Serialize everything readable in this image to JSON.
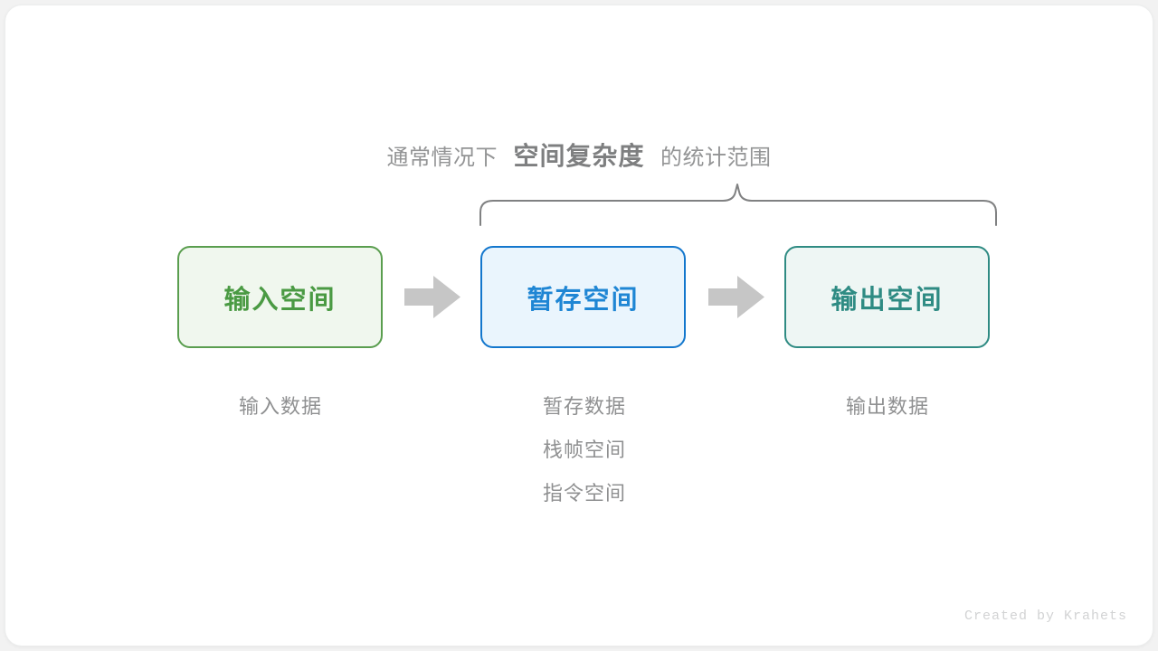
{
  "heading": {
    "prefix": "通常情况下",
    "emphasis": "空间复杂度",
    "suffix": "的统计范围"
  },
  "boxes": [
    {
      "id": "input",
      "label": "输入空间",
      "color": "#4a9a43",
      "border": "#5a9e4f",
      "fill": "#f0f7ee"
    },
    {
      "id": "temp",
      "label": "暂存空间",
      "color": "#1f86d4",
      "border": "#1377cd",
      "fill": "#eaf5fd"
    },
    {
      "id": "output",
      "label": "输出空间",
      "color": "#2e8b83",
      "border": "#2f8b83",
      "fill": "#eef6f4"
    }
  ],
  "arrows": [
    {
      "id": "arrow-1",
      "name": "arrow-input-to-temp"
    },
    {
      "id": "arrow-2",
      "name": "arrow-temp-to-output"
    }
  ],
  "captions": {
    "input": [
      "输入数据"
    ],
    "temp": [
      "暂存数据",
      "栈帧空间",
      "指令空间"
    ],
    "output": [
      "输出数据"
    ]
  },
  "brace": {
    "label": "curly-brace-spanning-temp-and-output",
    "stroke": "#808182"
  },
  "footer": {
    "credit": "Created by Krahets"
  },
  "palette": {
    "background": "#f2f2f2",
    "card": "#ffffff",
    "text_gray": "#8f9091",
    "arrow_gray": "#c6c6c6"
  }
}
